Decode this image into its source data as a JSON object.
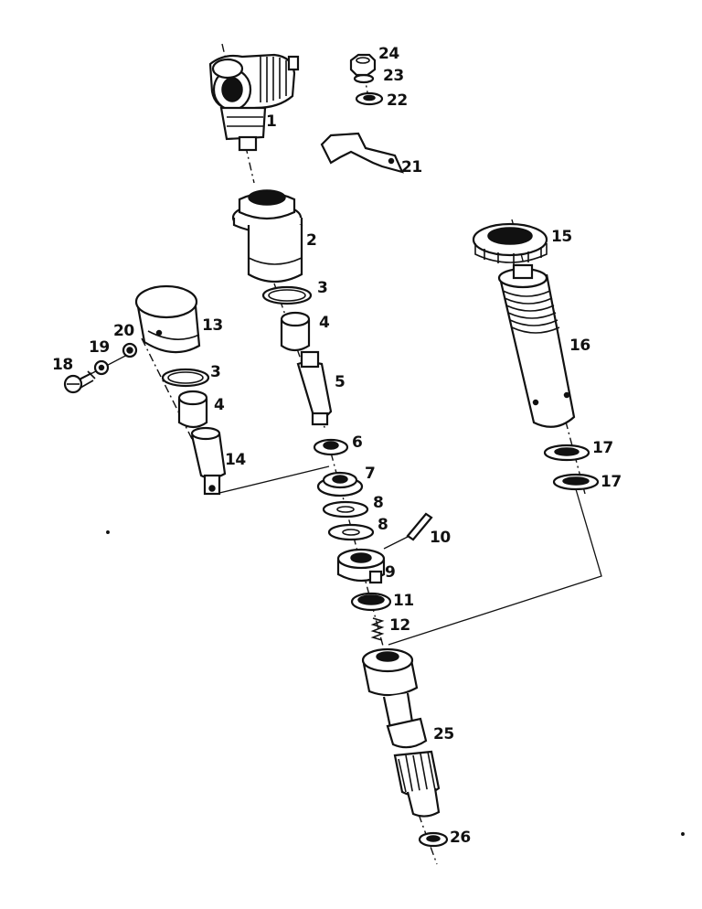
{
  "diagram": {
    "labels": {
      "p1": "1",
      "p2": "2",
      "p3a": "3",
      "p3b": "3",
      "p4a": "4",
      "p4b": "4",
      "p5": "5",
      "p6": "6",
      "p7": "7",
      "p8a": "8",
      "p8b": "8",
      "p9": "9",
      "p10": "10",
      "p11": "11",
      "p12": "12",
      "p13": "13",
      "p14": "14",
      "p15": "15",
      "p16": "16",
      "p17a": "17",
      "p17b": "17",
      "p18": "18",
      "p19": "19",
      "p20": "20",
      "p21": "21",
      "p22": "22",
      "p23": "23",
      "p24": "24",
      "p25": "25",
      "p26": "26"
    }
  }
}
